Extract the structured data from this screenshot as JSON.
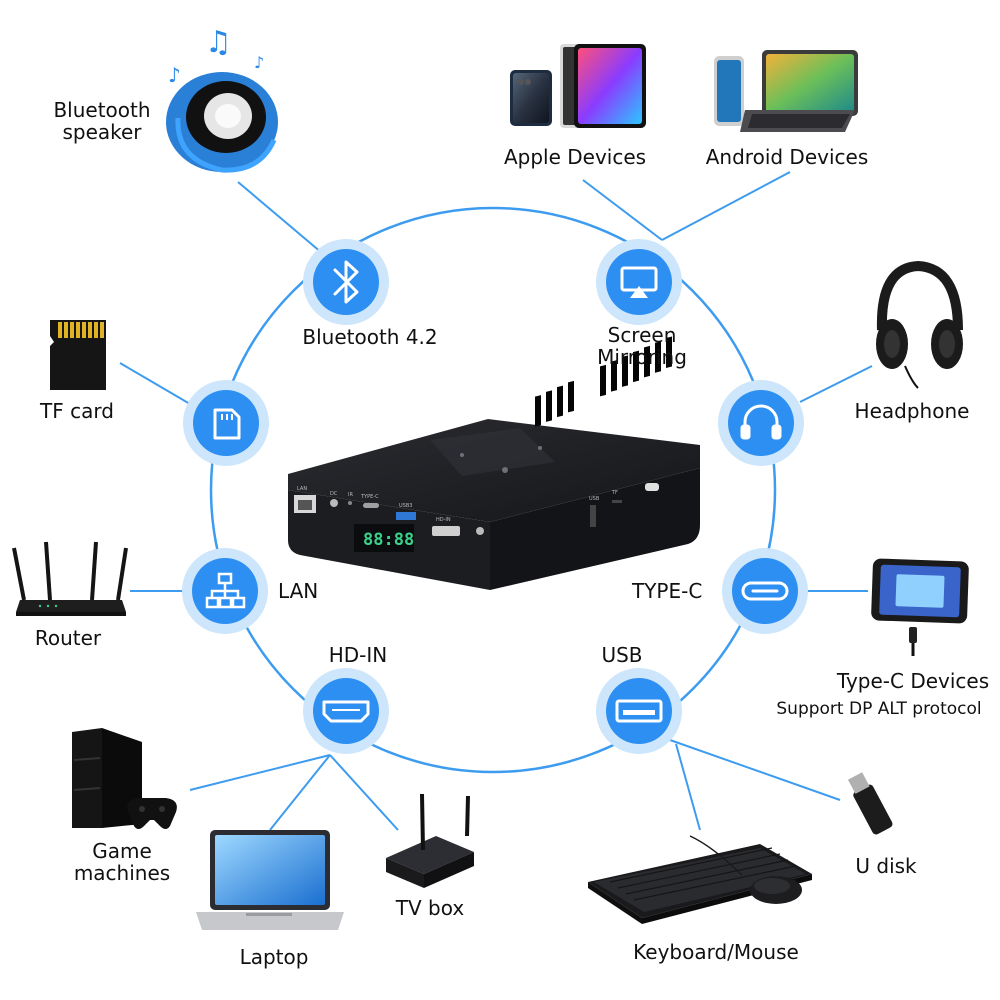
{
  "colors": {
    "line": "#3d9cf0",
    "badge_outer": "#cde6fb",
    "badge_inner": "#2d8ff2",
    "device_body": "#1c1d21",
    "display_green": "#3bd18a"
  },
  "hub_features": {
    "bluetooth": "Bluetooth 4.2",
    "screen_mirroring": [
      "Screen",
      "Mirroring"
    ],
    "lan": "LAN",
    "hd_in": "HD-IN",
    "usb": "USB",
    "type_c": "TYPE-C"
  },
  "peripherals": {
    "bluetooth_speaker": [
      "Bluetooth",
      "speaker"
    ],
    "apple_devices": "Apple Devices",
    "android_devices": "Android Devices",
    "headphone": "Headphone",
    "tf_card": "TF card",
    "router": "Router",
    "type_c_devices": "Type-C Devices",
    "type_c_devices_note": "Support DP ALT protocol",
    "game_machines": [
      "Game",
      "machines"
    ],
    "laptop": "Laptop",
    "tv_box": "TV box",
    "keyboard_mouse": "Keyboard/Mouse",
    "u_disk": "U disk"
  },
  "projector": {
    "port_labels": [
      "LAN",
      "DC",
      "IR",
      "TYPE-C",
      "USB3",
      "HD-IN",
      "USB",
      "TF"
    ],
    "display_readout": "88:88"
  },
  "icons": {
    "bluetooth": "bluetooth-icon",
    "mirroring": "screen-mirroring-icon",
    "headphone": "headphone-icon",
    "type_c": "type-c-port-icon",
    "usb": "usb-port-icon",
    "hdmi": "hdmi-port-icon",
    "lan": "network-icon",
    "tf": "sd-card-icon"
  }
}
